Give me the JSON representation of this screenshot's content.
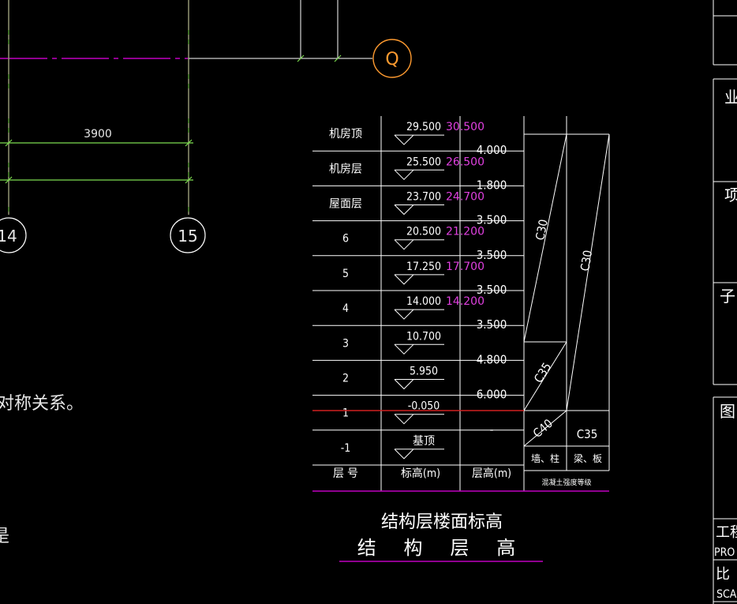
{
  "colors": {
    "background": "#000000",
    "line": "#ffffff",
    "dim": "#7ddc50",
    "magenta": "#c000c0",
    "red": "#d02020",
    "orange": "#ff9b30",
    "magenta_text": "#e040e0"
  },
  "grid_labels": {
    "axis_q": "Q",
    "axis_14": "14",
    "axis_15": "15"
  },
  "dimension": {
    "span": "3900"
  },
  "left_fragments": {
    "line1": "对称关系。",
    "line2": "是"
  },
  "table": {
    "rows": [
      {
        "floor": "机房顶",
        "elev": "29.500",
        "arch": "30.500",
        "height": ""
      },
      {
        "floor": "机房层",
        "elev": "25.500",
        "arch": "26.500",
        "height": "4.000"
      },
      {
        "floor": "屋面层",
        "elev": "23.700",
        "arch": "24.700",
        "height": "1.800"
      },
      {
        "floor": "6",
        "elev": "20.500",
        "arch": "21.200",
        "height": "3.500"
      },
      {
        "floor": "5",
        "elev": "17.250",
        "arch": "17.700",
        "height": "3.500"
      },
      {
        "floor": "4",
        "elev": "14.000",
        "arch": "14.200",
        "height": "3.500"
      },
      {
        "floor": "3",
        "elev": "10.700",
        "arch": "",
        "height": "3.500"
      },
      {
        "floor": "2",
        "elev": "5.950",
        "arch": "",
        "height": "4.800"
      },
      {
        "floor": "1",
        "elev": "-0.050",
        "arch": "",
        "height": "6.000"
      },
      {
        "floor": "-1",
        "elev": "基顶",
        "arch": "",
        "height": "-"
      }
    ],
    "grades": {
      "c30_wall": "C30",
      "c30_beam": "C30",
      "c35": "C35",
      "c40": "C40",
      "c35_beam": "C35"
    },
    "headers": {
      "floor": "层 号",
      "elev": "标高(m)",
      "height": "层高(m)",
      "wall": "墙、柱",
      "beam": "梁、板",
      "grade": "混凝土强度等级"
    }
  },
  "captions": {
    "line1": "结构层楼面标高",
    "line2": "结 构 层 高"
  },
  "title_block": {
    "ye": "业",
    "xiang": "项",
    "zi": "子",
    "tu": "图",
    "gongcheng": "工程",
    "pro": "PRO",
    "bi": "比",
    "sca": "SCA"
  }
}
